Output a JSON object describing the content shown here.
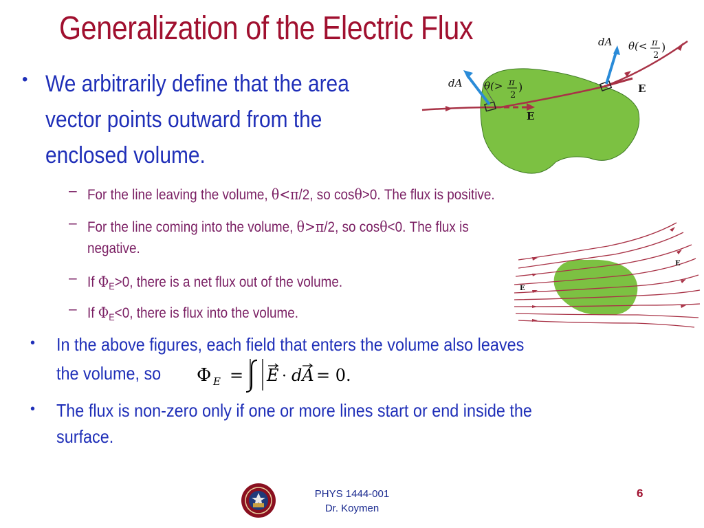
{
  "slide": {
    "title": "Generalization of the Electric Flux",
    "bullet1": {
      "lines": [
        "We arbitrarily define that the area",
        "vector points outward from the",
        "enclosed volume."
      ]
    },
    "sub1": {
      "a": "For the line leaving the volume, ",
      "sym1": "θ<π",
      "b": "/2, so cos",
      "sym2": "θ",
      "c": ">0. The flux is positive."
    },
    "sub2": {
      "a": "For the line coming into the volume, ",
      "sym1": "θ>π",
      "b": "/2, so cos",
      "sym2": "θ",
      "c": "<0.  The flux is",
      "line2": "negative."
    },
    "sub3": {
      "a": "If ",
      "sym": "Φ",
      "sub": "E",
      "b": ">0, there is a net flux out of the volume."
    },
    "sub4": {
      "a": "If ",
      "sym": "Φ",
      "sub": "E",
      "b": "<0, there is flux into the volume."
    },
    "bullet2": {
      "line1": "In the above figures, each field that enters the volume also leaves",
      "line2": "the volume, so"
    },
    "equation": {
      "phi": "Φ",
      "sub": "E",
      "eq": "=",
      "E": "E",
      "dot": "·",
      "dA": "dA",
      "result": "= 0."
    },
    "bullet3": {
      "line1": "The flux is non-zero only if one or more lines start or end inside the",
      "line2": "surface."
    },
    "figure1": {
      "dA_left": "dA",
      "theta_left": "θ(>",
      "pi": "π",
      "two": "2",
      "theta_right": "θ(<",
      "dA_right": "dA",
      "E_left": "E",
      "E_right": "E"
    },
    "figure2": {
      "E_left": "E",
      "E_right": "E"
    },
    "footer": {
      "course": "PHYS 1444-001",
      "instructor": "Dr. Koymen",
      "page": "6"
    }
  },
  "colors": {
    "title": "#a0102f",
    "bullet": "#1f2fb8",
    "sub": "#7a1f63",
    "blob": "#7cc142",
    "arrow": "#2a8bd8",
    "field": "#a83246"
  }
}
